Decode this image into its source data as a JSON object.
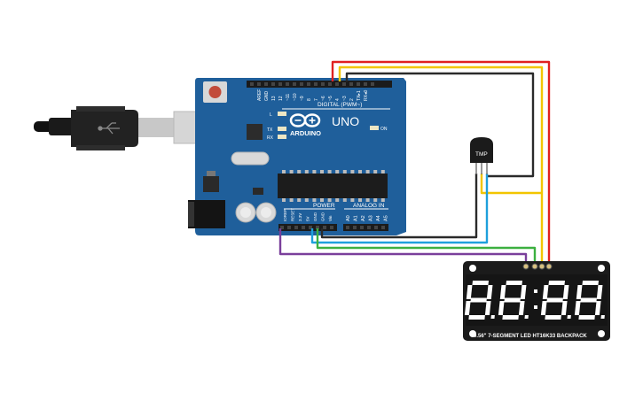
{
  "board": {
    "brand": "ARDUINO",
    "model": "UNO",
    "digital_header_label": "DIGITAL (PWM~)",
    "power_label": "POWER",
    "analog_label": "ANALOG IN",
    "led_l": "L",
    "led_tx": "TX",
    "led_rx": "RX",
    "on_label": "ON",
    "digital_pins": [
      "AREF",
      "GND",
      "13",
      "12",
      "~11",
      "~10",
      "~9",
      "8",
      "7",
      "~6",
      "~5",
      "4",
      "~3",
      "2",
      "TX▸1",
      "RX◂0"
    ],
    "power_pins": [
      "IOREF",
      "RESET",
      "3.3V",
      "5V",
      "GND",
      "GND",
      "Vin"
    ],
    "analog_pins": [
      "A0",
      "A1",
      "A2",
      "A3",
      "A4",
      "A5"
    ]
  },
  "sensor": {
    "label": "TMP"
  },
  "display": {
    "digits": [
      "8",
      "8",
      "8",
      "8"
    ],
    "caption": "0.56\" 7-SEGMENT LED HT16K33 BACKPACK"
  },
  "colors": {
    "board": "#1f5f9b",
    "red_wire": "#e02020",
    "yellow_wire": "#f2c500",
    "black_wire": "#2a2a2a",
    "blue_wire": "#1ea0dc",
    "green_wire": "#3cb040",
    "purple_wire": "#7a3f9b"
  }
}
